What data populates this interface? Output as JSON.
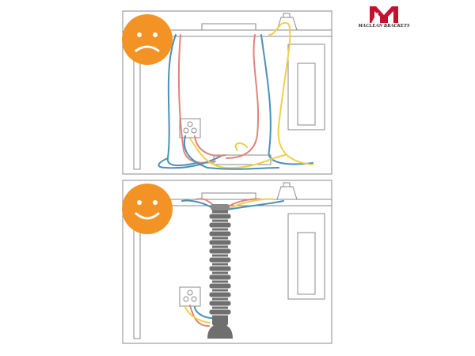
{
  "brand": {
    "name": "MACLEAN BRACKETS",
    "logo_icon": "maclean-m-logo-icon",
    "logo_color": "#c8102e"
  },
  "panels": [
    {
      "id": "before",
      "mood_icon": "sad-face-icon",
      "badge_color": "#f39325",
      "cable_state": "messy"
    },
    {
      "id": "after",
      "mood_icon": "happy-face-icon",
      "badge_color": "#f39325",
      "cable_state": "organized-with-spine"
    }
  ],
  "colors": {
    "line": "#8a8a8a",
    "cable_red": "#e0847a",
    "cable_blue": "#4a90b8",
    "cable_yellow": "#f0cf4a",
    "spine": "#6f6f6f"
  }
}
